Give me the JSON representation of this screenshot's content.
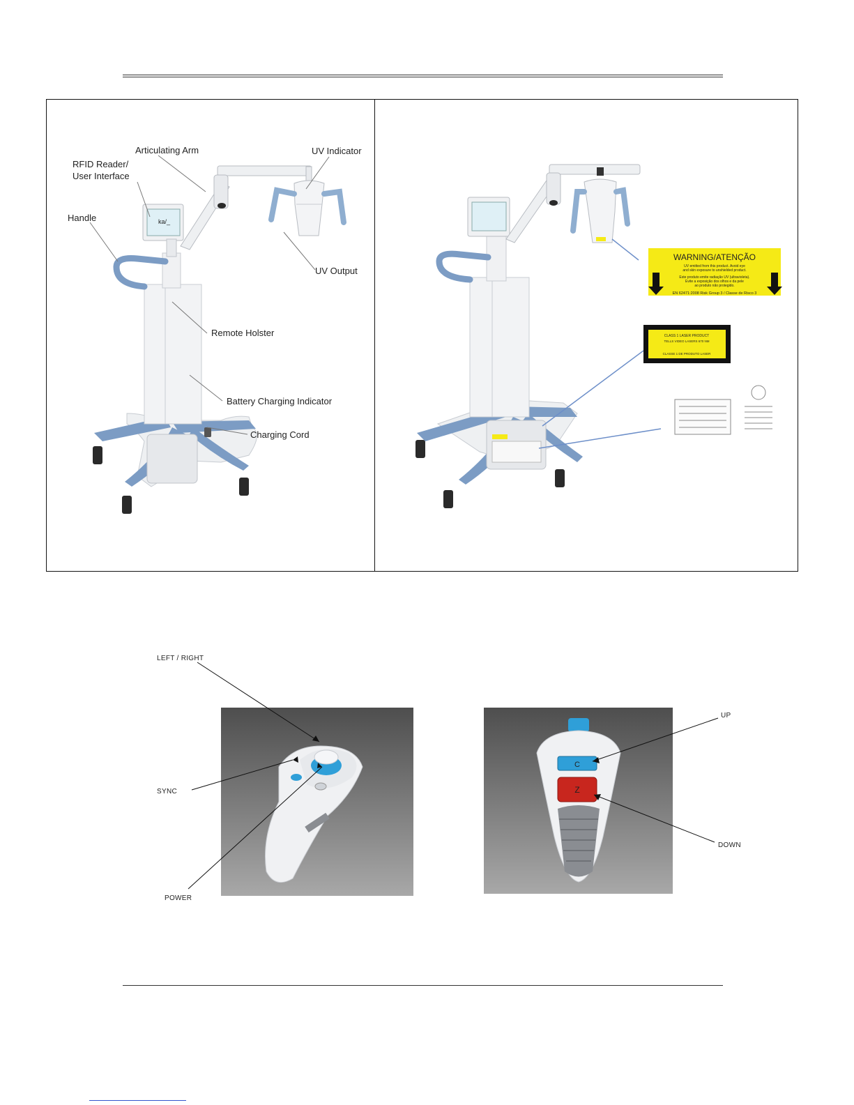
{
  "cart_labels": {
    "articulating_arm": "Articulating Arm",
    "uv_indicator": "UV Indicator",
    "rfid_reader_line1": "RFID Reader/",
    "rfid_reader_line2": "User Interface",
    "handle": "Handle",
    "uv_output": "UV Output",
    "remote_holster": "Remote Holster",
    "battery_charging_indicator": "Battery Charging Indicator",
    "charging_cord": "Charging Cord"
  },
  "screen_logo": "ka/_",
  "warning_label": {
    "title": "WARNING/ATENÇÃO",
    "line1": "UV emitted from this product. Avoid eye",
    "line2": "and skin exposure to unshielded product.",
    "line3": "Este produto emite radiação UV (ultravioleta).",
    "line4": "Evite a exposição dos olhos e da pele",
    "line5": "ao produto não protegido.",
    "footer": "EN 62471:2008 Risk Group 3 / Classe de Risco 3"
  },
  "laser_label": {
    "line1": "CLASS 1 LASER PRODUCT",
    "line2": "TELLS VIDEO LASERS 670 NM",
    "line3": "CLASSE 1 DE PRODUTO LASER"
  },
  "remote_labels": {
    "left_right": "LEFT / RIGHT",
    "sync": "SYNC",
    "power": "POWER",
    "up": "UP",
    "down": "DOWN"
  },
  "remote_buttons": {
    "c": "C",
    "z": "Z"
  },
  "colors": {
    "cart_white": "#eef0f2",
    "cart_blue": "#7c9cc4",
    "warning_yellow": "#f5ea16",
    "button_blue": "#2f9fd8",
    "button_red": "#c8261e",
    "photo_gray": "#6b6b6b"
  }
}
